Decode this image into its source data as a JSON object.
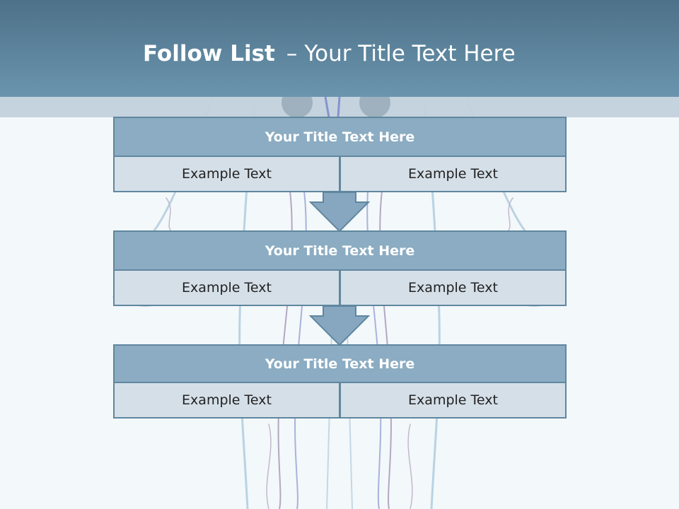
{
  "slide": {
    "title_bold": "Follow List",
    "title_separator": "–",
    "title_rest": "Your Title Text Here"
  },
  "steps": [
    {
      "title": "Your Title Text Here",
      "left": "Example Text",
      "right": "Example Text"
    },
    {
      "title": "Your Title Text Here",
      "left": "Example Text",
      "right": "Example Text"
    },
    {
      "title": "Your Title Text Here",
      "left": "Example Text",
      "right": "Example Text"
    }
  ],
  "colors": {
    "header": "#5a8099",
    "box_title": "#8bacc2",
    "box_cell": "#d5dfe8",
    "border": "#5f879f",
    "arrow": "#86a7bf"
  }
}
